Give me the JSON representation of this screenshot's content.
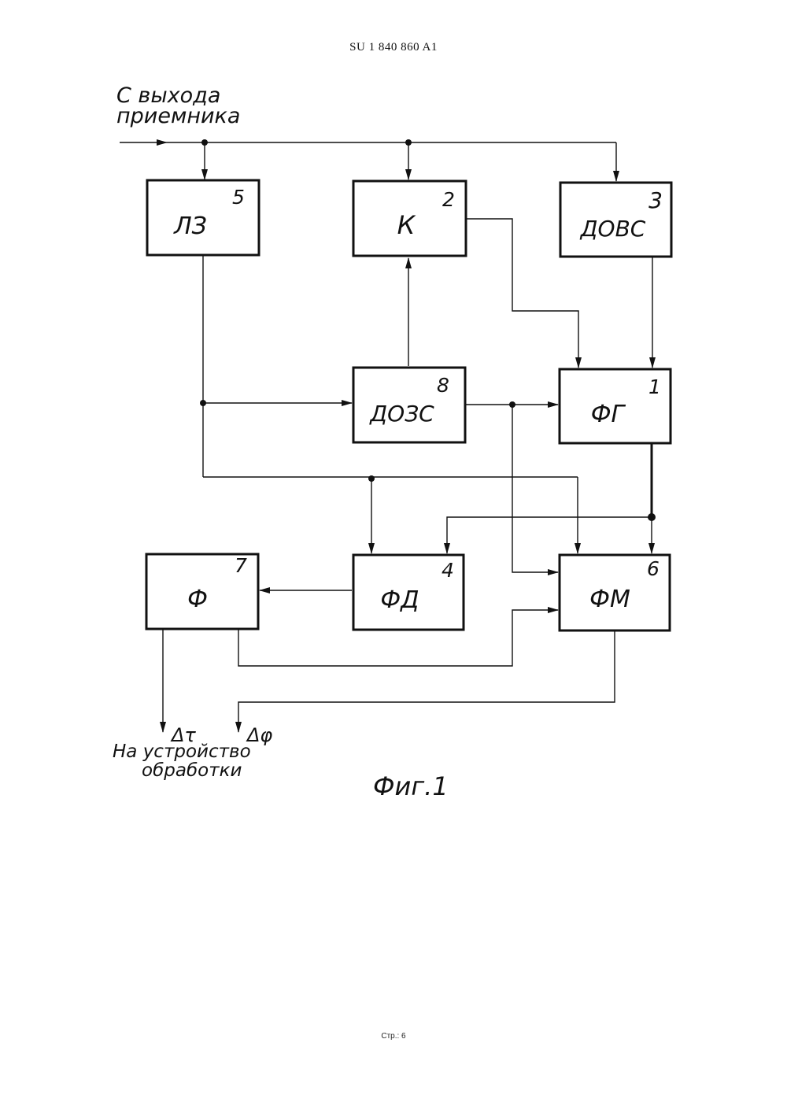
{
  "header": "SU    1 840 860  A1",
  "input_label": [
    "С выхода",
    "приемника"
  ],
  "blocks": [
    {
      "id": "lz",
      "label": "ЛЗ",
      "number": "5"
    },
    {
      "id": "k",
      "label": "К",
      "number": "2"
    },
    {
      "id": "dovs",
      "label": "ДОВС",
      "number": "3"
    },
    {
      "id": "dozs",
      "label": "ДОЗС",
      "number": "8"
    },
    {
      "id": "fg",
      "label": "ФГ",
      "number": "1"
    },
    {
      "id": "f",
      "label": "Ф",
      "number": "7"
    },
    {
      "id": "fd",
      "label": "ФД",
      "number": "4"
    },
    {
      "id": "fm",
      "label": "ФМ",
      "number": "6"
    }
  ],
  "outputs": {
    "delta_tau": "Δτ",
    "delta_phi": "Δφ"
  },
  "output_label": [
    "На устройство",
    "обработки"
  ],
  "figure_caption": "Фиг.1",
  "footer": "Стр.: 6"
}
